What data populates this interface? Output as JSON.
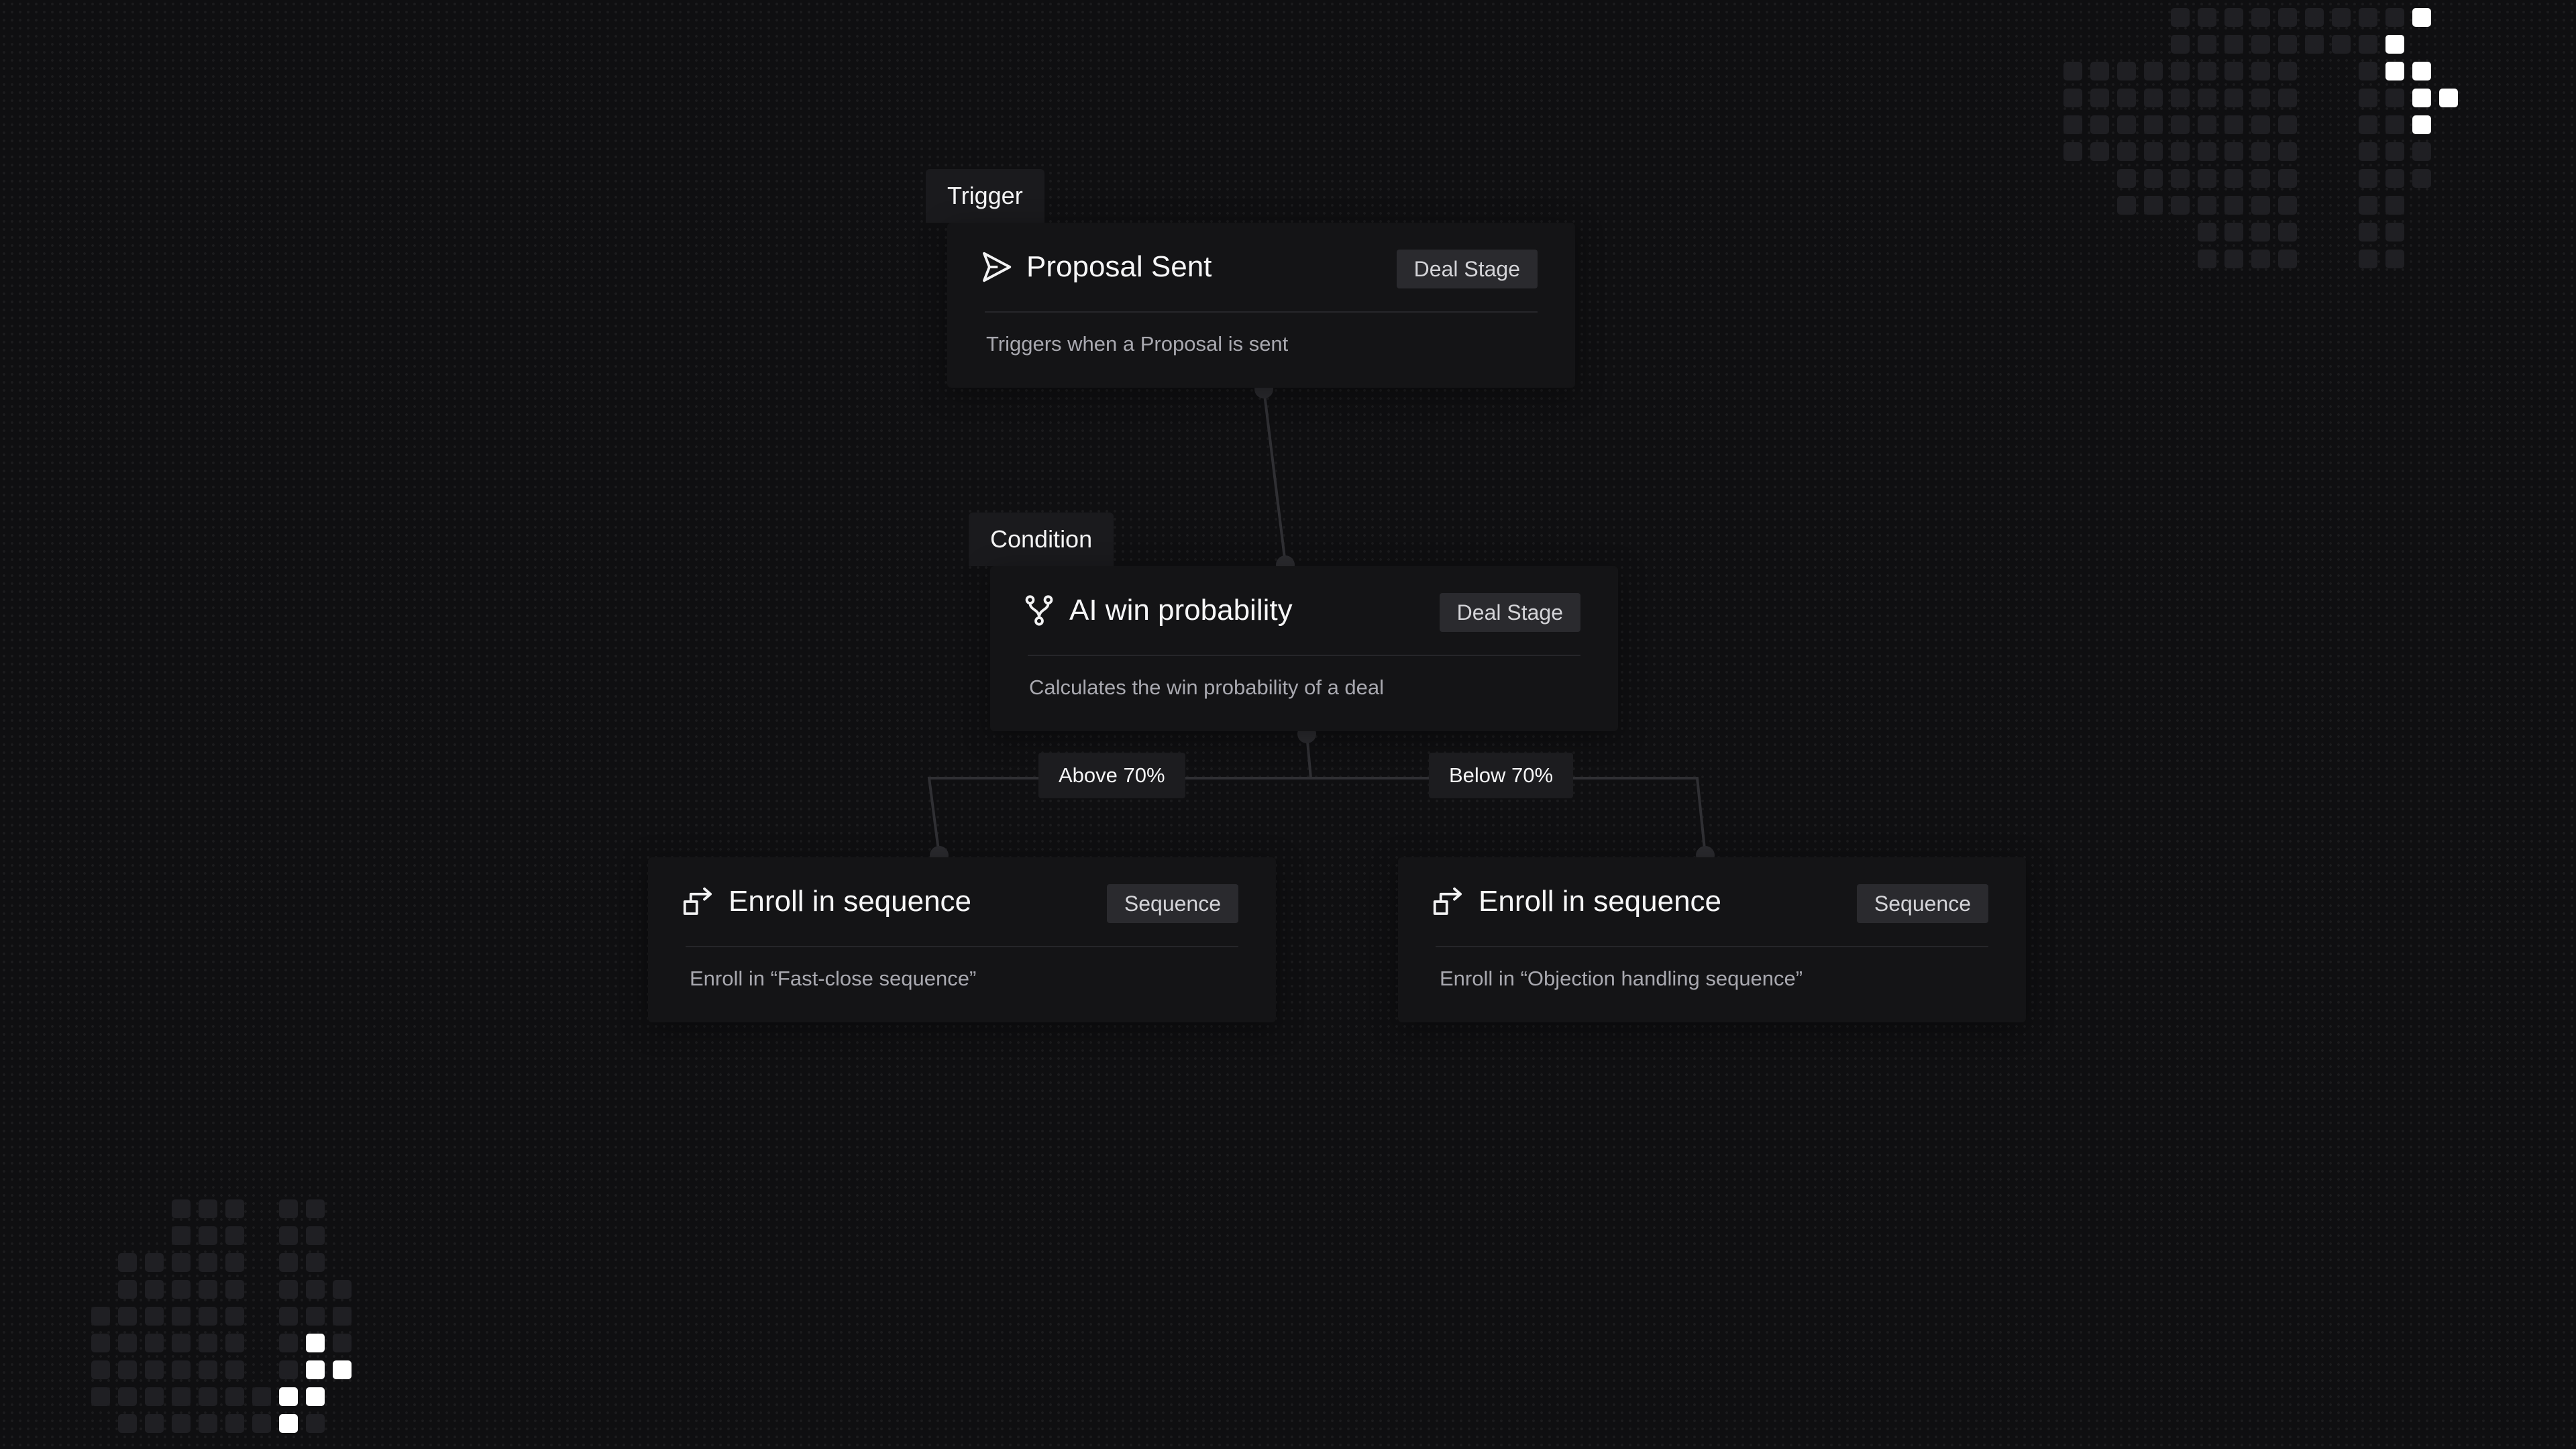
{
  "canvas": {
    "background": "#0f0f11",
    "grid": "dotted"
  },
  "colors": {
    "card": "#141416",
    "tab": "#1a1a1d",
    "badge": "#2a2a2e",
    "connector": "#2f2f33",
    "text_primary": "#f6f6f7",
    "text_secondary": "#a9a9b0",
    "pixel_dim": "#1f1f23",
    "pixel_bright": "#ffffff"
  },
  "trigger": {
    "tab_label": "Trigger",
    "icon": "send-icon",
    "title": "Proposal Sent",
    "badge": "Deal Stage",
    "description": "Triggers when a Proposal is sent"
  },
  "condition": {
    "tab_label": "Condition",
    "icon": "branch-icon",
    "title": "AI win probability",
    "badge": "Deal Stage",
    "description": "Calculates the win probability of a deal"
  },
  "branches": {
    "left_label": "Above 70%",
    "right_label": "Below 70%"
  },
  "actions": [
    {
      "icon": "enroll-icon",
      "title": "Enroll in sequence",
      "badge": "Sequence",
      "description": "Enroll in “Fast-close sequence”"
    },
    {
      "icon": "enroll-icon",
      "title": "Enroll in sequence",
      "badge": "Sequence",
      "description": "Enroll in “Objection handling sequence”"
    }
  ]
}
